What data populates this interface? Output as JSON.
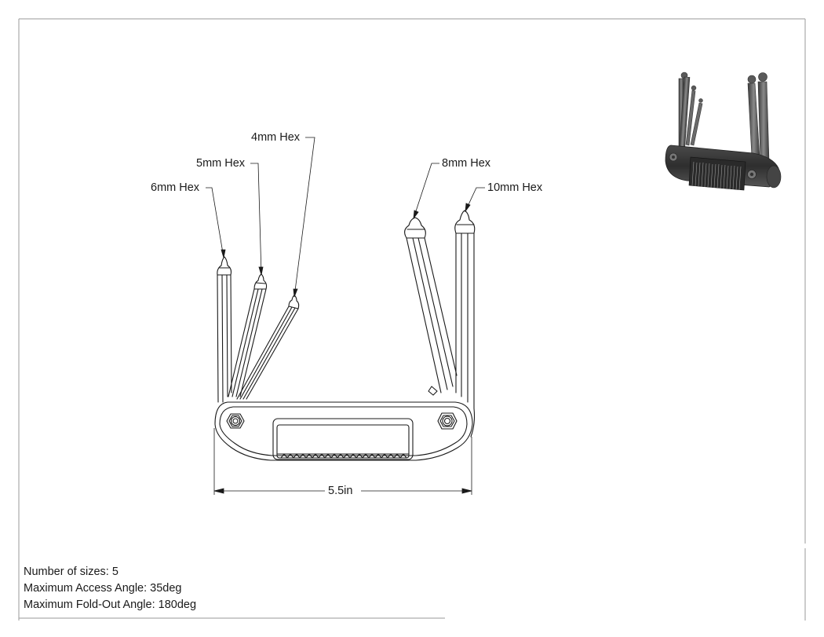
{
  "callouts": {
    "hex_6mm": "6mm Hex",
    "hex_5mm": "5mm Hex",
    "hex_4mm": "4mm Hex",
    "hex_8mm": "8mm Hex",
    "hex_10mm": "10mm Hex"
  },
  "dimension": {
    "width_label": "5.5in"
  },
  "notes": {
    "sizes": "Number of sizes: 5",
    "access_angle": "Maximum Access Angle: 35deg",
    "foldout_angle": "Maximum Fold-Out Angle: 180deg"
  },
  "colors": {
    "line": "#1a1a1a",
    "shade_dark": "#3c3c3c",
    "shade_mid": "#6e6e6e",
    "shade_light": "#b4b4b4",
    "border": "#9a9a9a"
  }
}
